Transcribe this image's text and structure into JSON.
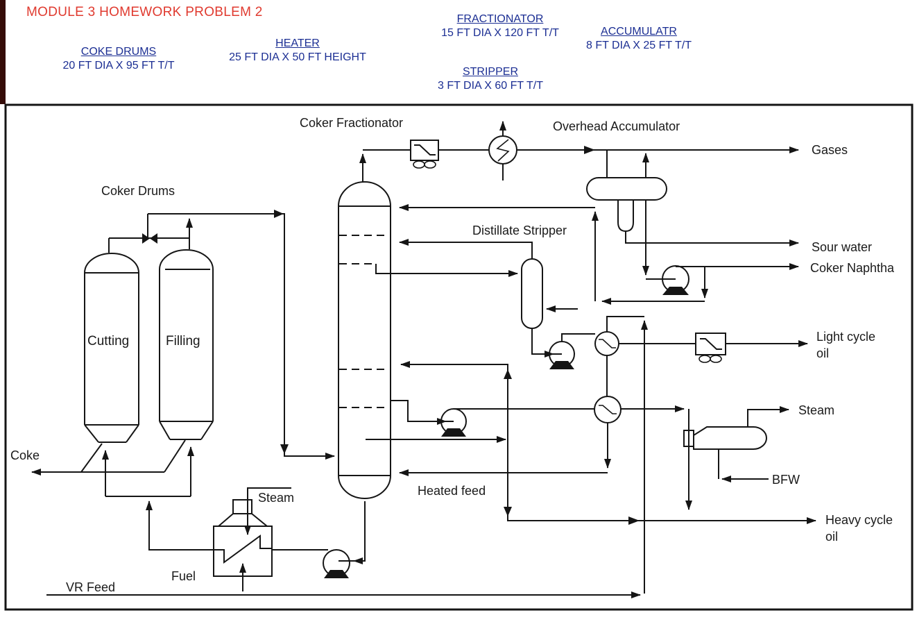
{
  "colors": {
    "title_red": "#e03a2f",
    "header_blue": "#1b2e93",
    "line_black": "#151515",
    "left_bar_maroon": "#350c08",
    "background": "#ffffff"
  },
  "header": {
    "title": "MODULE 3 HOMEWORK PROBLEM 2",
    "equipment": [
      {
        "name": "COKE DRUMS",
        "dims": "20 FT DIA X 95 FT T/T"
      },
      {
        "name": "HEATER",
        "dims": "25 FT DIA X 50 FT HEIGHT"
      },
      {
        "name": "FRACTIONATOR",
        "dims": "15 FT DIA X 120 FT T/T"
      },
      {
        "name": "ACCUMULATR",
        "dims": "8 FT DIA X 25 FT T/T"
      },
      {
        "name": "STRIPPER",
        "dims": "3 FT DIA X 60 FT T/T"
      }
    ]
  },
  "diagram": {
    "labels": {
      "coker_fractionator": "Coker Fractionator",
      "overhead_accumulator": "Overhead Accumulator",
      "coker_drums": "Coker Drums",
      "cutting": "Cutting",
      "filling": "Filling",
      "distillate_stripper": "Distillate Stripper",
      "gases": "Gases",
      "sour_water": "Sour water",
      "coker_naphtha": "Coker Naphtha",
      "light_cycle_line1": "Light cycle",
      "light_cycle_line2": "oil",
      "steam_product": "Steam",
      "bfw": "BFW",
      "heavy_cycle_line1": "Heavy cycle",
      "heavy_cycle_line2": "oil",
      "heated_feed": "Heated feed",
      "coke": "Coke",
      "steam_heater": "Steam",
      "fuel": "Fuel",
      "vr_feed": "VR Feed"
    }
  }
}
